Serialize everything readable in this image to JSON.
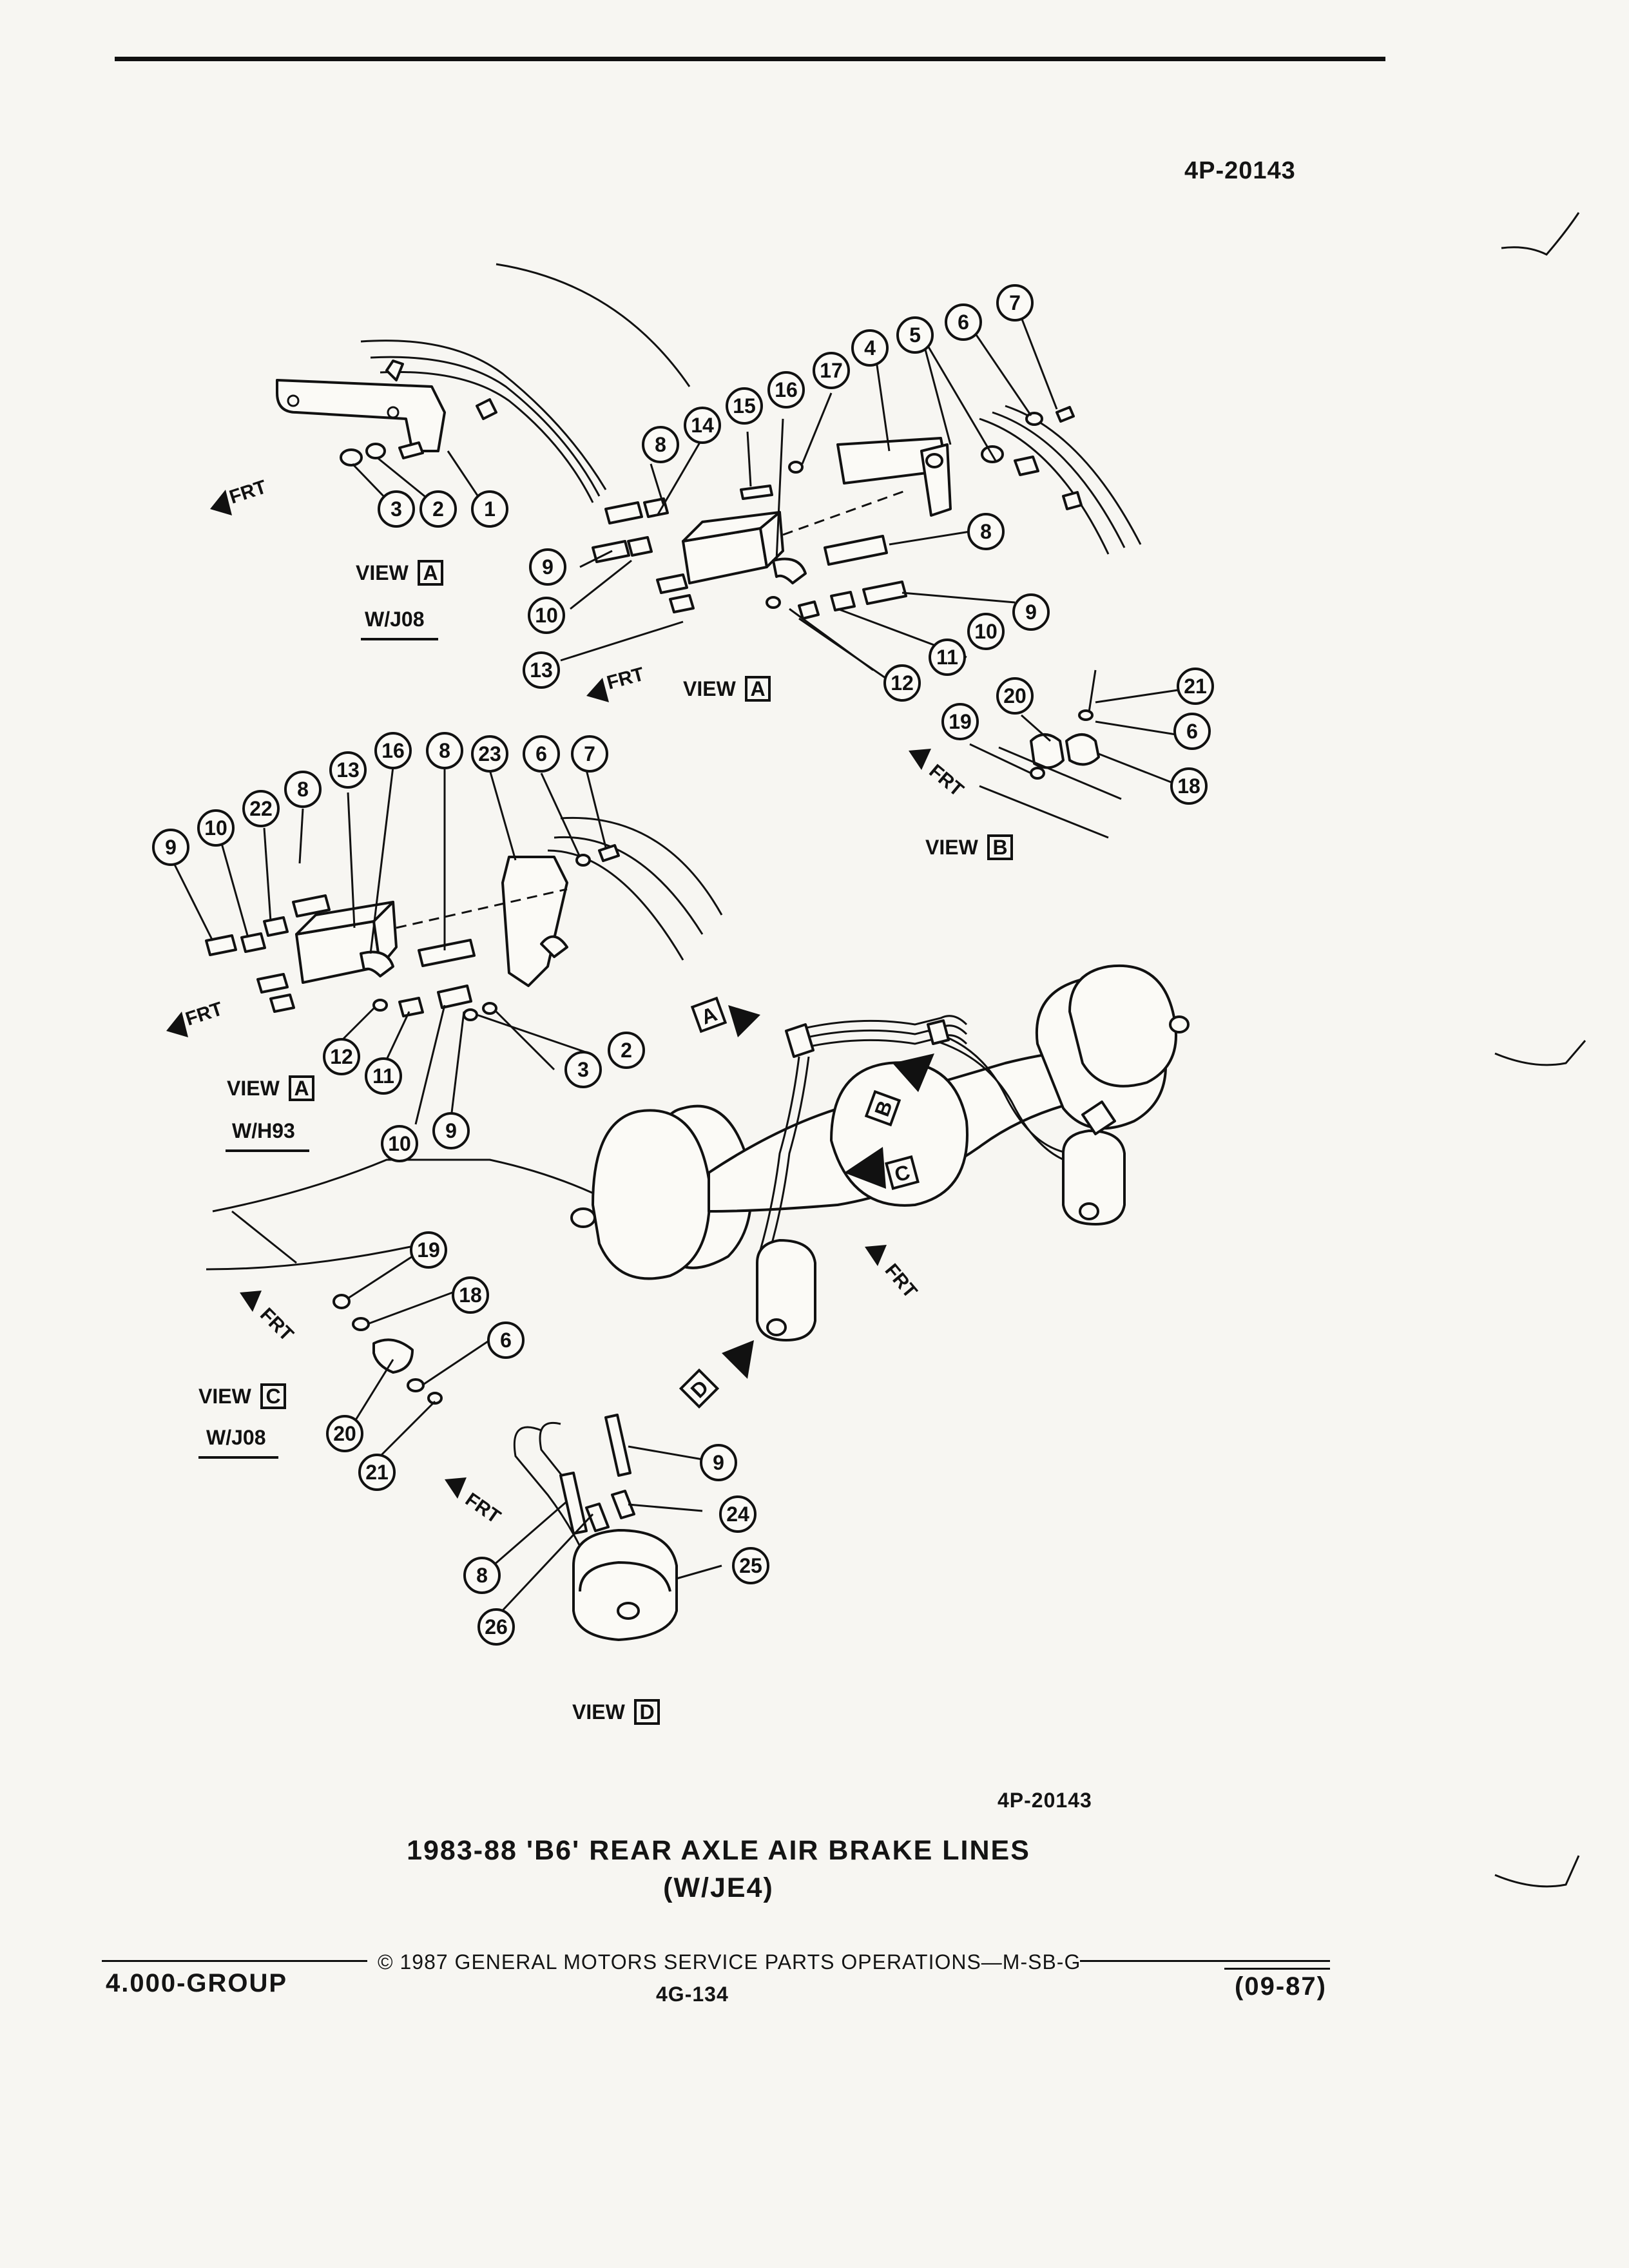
{
  "drawing_number": "4P-20143",
  "title_line1": "1983-88 'B6' REAR AXLE AIR BRAKE LINES",
  "title_line2": "(W/JE4)",
  "footer": {
    "copyright": "© 1987 GENERAL MOTORS SERVICE PARTS OPERATIONS—M-SB-G",
    "page": "4G-134",
    "group": "4.000-GROUP",
    "date": "(09-87)"
  },
  "views": {
    "a_j08": {
      "word": "VIEW",
      "letter": "A",
      "option": "W/J08"
    },
    "a_main": {
      "word": "VIEW",
      "letter": "A"
    },
    "b": {
      "word": "VIEW",
      "letter": "B"
    },
    "a_h93": {
      "word": "VIEW",
      "letter": "A",
      "option": "W/H93"
    },
    "c_j08": {
      "word": "VIEW",
      "letter": "C",
      "option": "W/J08"
    },
    "d": {
      "word": "VIEW",
      "letter": "D"
    }
  },
  "frt_label": "FRT",
  "axle_view_markers": [
    "A",
    "B",
    "C",
    "D"
  ],
  "callouts": [
    {
      "id": "a1-3",
      "n": "3"
    },
    {
      "id": "a1-2",
      "n": "2"
    },
    {
      "id": "a1-1",
      "n": "1"
    },
    {
      "id": "a2-8",
      "n": "8"
    },
    {
      "id": "a2-14",
      "n": "14"
    },
    {
      "id": "a2-15",
      "n": "15"
    },
    {
      "id": "a2-16",
      "n": "16"
    },
    {
      "id": "a2-17",
      "n": "17"
    },
    {
      "id": "a2-4",
      "n": "4"
    },
    {
      "id": "a2-5",
      "n": "5"
    },
    {
      "id": "a2-6",
      "n": "6"
    },
    {
      "id": "a2-7",
      "n": "7"
    },
    {
      "id": "a2-8b",
      "n": "8"
    },
    {
      "id": "a2-9",
      "n": "9"
    },
    {
      "id": "a2-10",
      "n": "10"
    },
    {
      "id": "a2-13",
      "n": "13"
    },
    {
      "id": "a2-9b",
      "n": "9"
    },
    {
      "id": "a2-10b",
      "n": "10"
    },
    {
      "id": "a2-11",
      "n": "11"
    },
    {
      "id": "a2-12",
      "n": "12"
    },
    {
      "id": "b-21",
      "n": "21"
    },
    {
      "id": "b-20",
      "n": "20"
    },
    {
      "id": "b-6",
      "n": "6"
    },
    {
      "id": "b-19",
      "n": "19"
    },
    {
      "id": "b-18",
      "n": "18"
    },
    {
      "id": "h-16",
      "n": "16"
    },
    {
      "id": "h-8",
      "n": "8"
    },
    {
      "id": "h-23",
      "n": "23"
    },
    {
      "id": "h-6",
      "n": "6"
    },
    {
      "id": "h-7",
      "n": "7"
    },
    {
      "id": "h-13",
      "n": "13"
    },
    {
      "id": "h-22",
      "n": "22"
    },
    {
      "id": "h-8b",
      "n": "8"
    },
    {
      "id": "h-10",
      "n": "10"
    },
    {
      "id": "h-9",
      "n": "9"
    },
    {
      "id": "h-2",
      "n": "2"
    },
    {
      "id": "h-3",
      "n": "3"
    },
    {
      "id": "h-12",
      "n": "12"
    },
    {
      "id": "h-11",
      "n": "11"
    },
    {
      "id": "h-10b",
      "n": "10"
    },
    {
      "id": "h-9b",
      "n": "9"
    },
    {
      "id": "c-19",
      "n": "19"
    },
    {
      "id": "c-18",
      "n": "18"
    },
    {
      "id": "c-6",
      "n": "6"
    },
    {
      "id": "c-20",
      "n": "20"
    },
    {
      "id": "c-21",
      "n": "21"
    },
    {
      "id": "d-9",
      "n": "9"
    },
    {
      "id": "d-24",
      "n": "24"
    },
    {
      "id": "d-25",
      "n": "25"
    },
    {
      "id": "d-8",
      "n": "8"
    },
    {
      "id": "d-26",
      "n": "26"
    }
  ]
}
